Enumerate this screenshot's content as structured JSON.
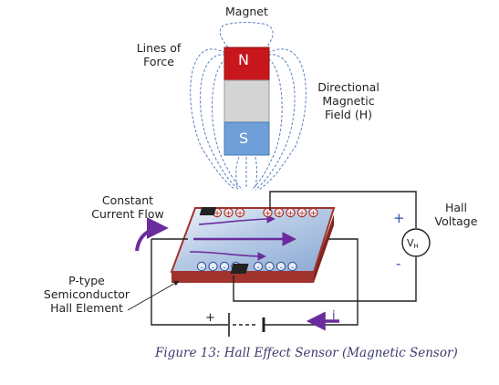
{
  "labels": {
    "magnet": "Magnet",
    "lines_of_force": [
      "Lines of",
      "Force"
    ],
    "directional_field": [
      "Directional",
      "Magnetic",
      "Field (H)"
    ],
    "hall_voltage": [
      "Hall",
      "Voltage"
    ],
    "constant_current": [
      "Constant",
      "Current Flow"
    ],
    "p_type": [
      "P-type",
      "Semiconductor",
      "Hall Element"
    ],
    "north": "N",
    "south": "S",
    "vh_main": "V",
    "vh_sub": "H",
    "plus": "+",
    "minus": "-",
    "current_i": "i",
    "caption": "Figure 13: Hall Effect Sensor (Magnetic Sensor)"
  },
  "colors": {
    "north_pole": "#c8161d",
    "south_pole": "#6f9fd8",
    "magnet_body": "#d4d4d4",
    "field_lines": "#5a7fc4",
    "plate_top": "#b9cde6",
    "plate_edge": "#a0332d",
    "flow_arrow": "#6a2c9c",
    "wire": "#222222",
    "accent_blue": "#2b4fa6"
  },
  "charges": {
    "top_row": [
      "+",
      "+",
      "+",
      "+",
      "+",
      "+",
      "+",
      "+"
    ],
    "bottom_row": [
      "-",
      "-",
      "-",
      "-",
      "-",
      "-",
      "-",
      "-"
    ]
  }
}
